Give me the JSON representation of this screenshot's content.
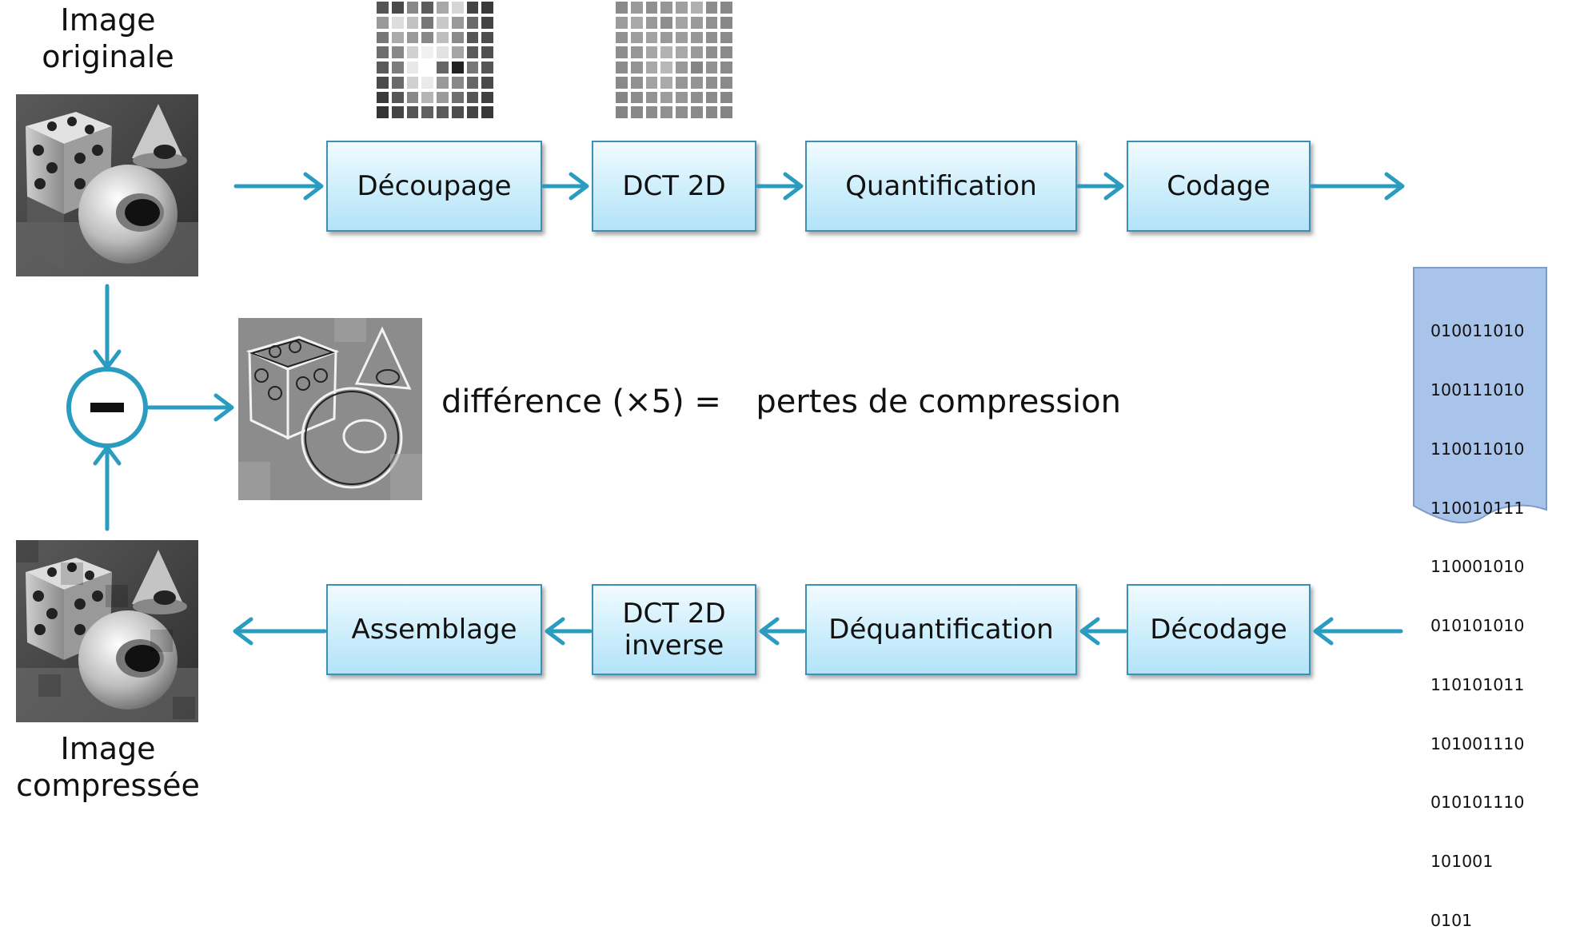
{
  "labels": {
    "original": [
      "Image",
      "originale"
    ],
    "compressed": [
      "Image",
      "compressée"
    ]
  },
  "encode_steps": [
    "Découpage",
    "DCT 2D",
    "Quantification",
    "Codage"
  ],
  "decode_steps": [
    "Assemblage",
    "DCT 2D inverse",
    "Déquantification",
    "Décodage"
  ],
  "difference": {
    "text": "différence (×5) =",
    "result": "pertes de compression",
    "operator": "−"
  },
  "bitstream": [
    "010011010",
    "100111010",
    "110011010",
    "110010111",
    "110001010",
    "010101010",
    "110101011",
    "101001110",
    "010101110",
    "101001",
    "0101"
  ],
  "colors": {
    "arrow": "#2a9cc0",
    "box_border": "#3d8fb3",
    "box_fill_top": "#f1fbff",
    "box_fill_bottom": "#b3e3f8",
    "document_fill": "#a9c4ea"
  }
}
